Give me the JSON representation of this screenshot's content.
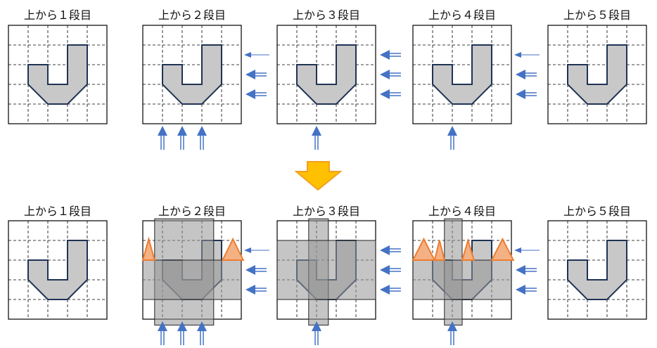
{
  "top_row": {
    "titles": [
      "上から１段目",
      "上から２段目",
      "上から３段目",
      "上から４段目",
      "上から５段目"
    ]
  },
  "bottom_row": {
    "titles": [
      "上から１段目",
      "上から２段目",
      "上から３段目",
      "上から４段目",
      "上から５段目"
    ]
  },
  "colors": {
    "shape_fill": "#c8c8c8",
    "shape_stroke": "#1f3354",
    "arrow": "#4472c4",
    "triangle": "#f4b183",
    "triangle_stroke": "#ed7d31",
    "down_arrow": "#ffc000"
  }
}
